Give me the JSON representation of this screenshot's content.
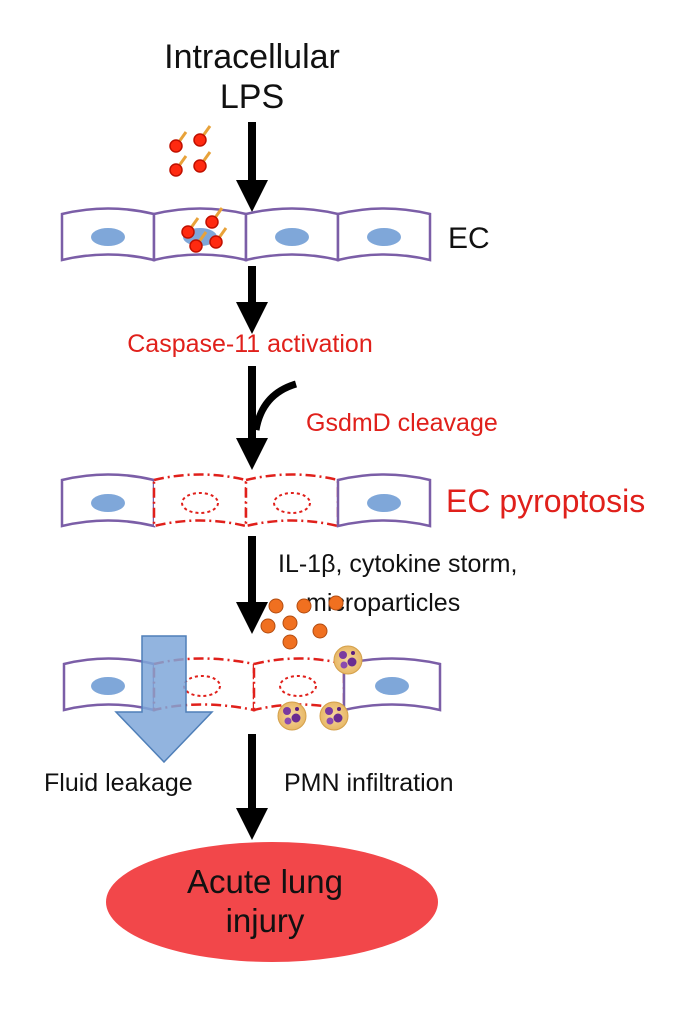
{
  "title_lines": [
    "Intracellular",
    "LPS"
  ],
  "labels": {
    "ec": "EC",
    "caspase": "Caspase-11 activation",
    "gsdmd": "GsdmD cleavage",
    "ec_pyroptosis": "EC pyroptosis",
    "il1b_line1": "IL-1β, cytokine storm,",
    "il1b_line2": "microparticles",
    "fluid_leakage": "Fluid leakage",
    "pmn_infiltration": "PMN infiltration",
    "outcome_line1": "Acute lung",
    "outcome_line2": "injury"
  },
  "colors": {
    "text": "#111111",
    "red_text": "#e0201b",
    "cell_outline": "#7b5ea7",
    "nucleus": "#7fa7d9",
    "pyroptotic_outline": "#e0201b",
    "lps": "#ff2a10",
    "lps_tail": "#e8a23a",
    "cytokine": "#f07020",
    "leak_arrow": "#7fa7d9",
    "outcome_fill": "#f2474a",
    "arrow": "#000000"
  }
}
